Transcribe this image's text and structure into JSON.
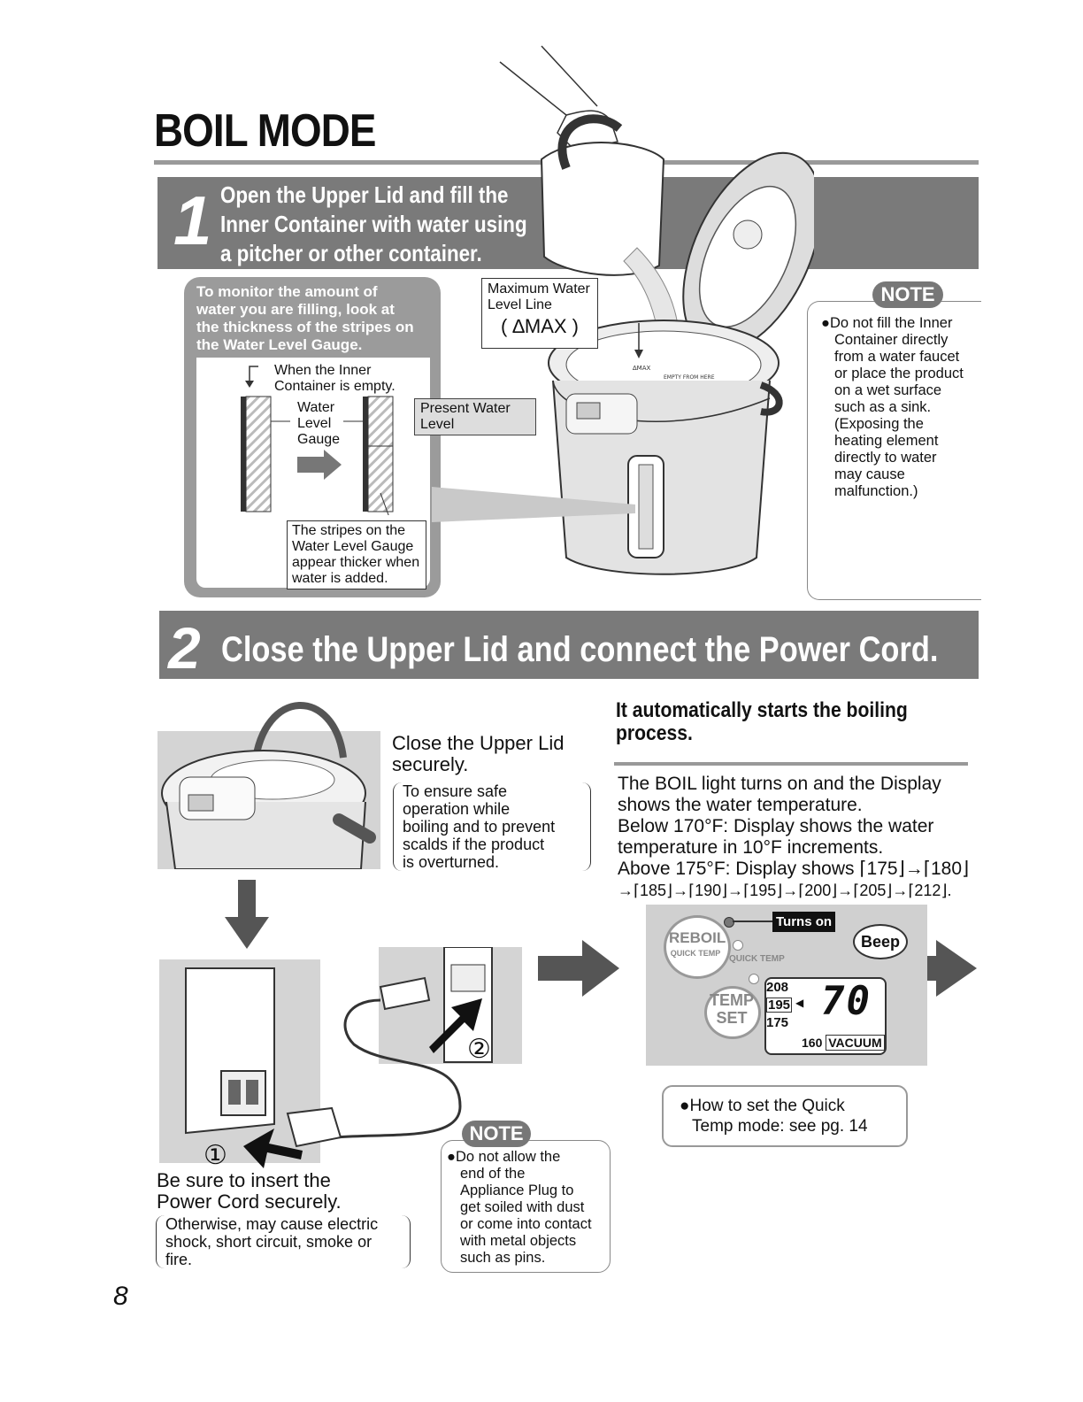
{
  "page": {
    "title": "BOIL MODE",
    "page_number": "8"
  },
  "step1": {
    "number": "1",
    "line1": "Open the Upper Lid and fill the",
    "line2": "Inner Container with water using",
    "line3": "a pitcher or other container.",
    "monitor": {
      "line1": "To monitor the amount of",
      "line2": "water you are filling, look at",
      "line3": "the thickness of the stripes on",
      "line4": "the Water Level Gauge."
    },
    "when_empty_1": "When the Inner",
    "when_empty_2": "Container is empty.",
    "gauge_1": "Water",
    "gauge_2": "Level",
    "gauge_3": "Gauge",
    "present_1": "Present Water",
    "present_2": "Level",
    "max_1": "Maximum Water",
    "max_2": "Level Line",
    "max_symbol": "( ∆MAX )",
    "stripes_1": "The stripes on the",
    "stripes_2": "Water Level Gauge",
    "stripes_3": "appear thicker when",
    "stripes_4": "water is added.",
    "pot_max": "∆MAX",
    "pot_empty": "EMPTY FROM HERE",
    "note": {
      "label": "NOTE",
      "lines": [
        "●Do not fill the Inner",
        "Container directly",
        "from a water faucet",
        "or place the product",
        "on a wet surface",
        "such as a sink.",
        "(Exposing the",
        "heating element",
        "directly to water",
        "may cause",
        "malfunction.)"
      ]
    }
  },
  "step2": {
    "number": "2",
    "title": "Close the Upper Lid and connect the Power Cord.",
    "close_1": "Close the Upper Lid",
    "close_2": "securely.",
    "ensure": [
      "To ensure safe",
      "operation while",
      "boiling and to prevent",
      "scalds if the product",
      "is overturned."
    ],
    "insert_1": "Be sure to insert the",
    "insert_2": "Power Cord securely.",
    "otherwise": [
      "Otherwise, may cause electric",
      "shock, short circuit, smoke or",
      "fire."
    ],
    "marker_1": "①",
    "marker_2": "②",
    "note": {
      "label": "NOTE",
      "lines": [
        "●Do not allow the",
        "end of the",
        "Appliance Plug to",
        "get soiled with dust",
        "or come into contact",
        "with metal objects",
        "such as pins."
      ]
    },
    "auto_1": "It automatically starts the boiling",
    "auto_2": "process.",
    "desc": [
      "The BOIL light turns on and the Display",
      "shows the water temperature.",
      "Below 170°F: Display shows the water",
      "temperature in 10°F increments.",
      "Above 175°F: Display shows  ⌈175⌋→⌈180⌋",
      "→⌈185⌋→⌈190⌋→⌈195⌋→⌈200⌋→⌈205⌋→⌈212⌋."
    ],
    "panel": {
      "turns_on": "Turns on",
      "reboil": "REBOIL",
      "quick_temp": "QUICK TEMP",
      "quick_temp2": "QUICK TEMP",
      "beep": "Beep",
      "temp": "TEMP",
      "set": "SET",
      "t208": "208",
      "t195": "195",
      "t175": "175",
      "reading": "70",
      "t160": "160",
      "vacuum": "VACUUM"
    },
    "quick_1": "●How to set the Quick",
    "quick_2": "Temp mode: see pg. 14"
  },
  "colors": {
    "band": "#7a7a7a",
    "panel_gray": "#d4d4d4",
    "rule": "#9a9a9a"
  }
}
